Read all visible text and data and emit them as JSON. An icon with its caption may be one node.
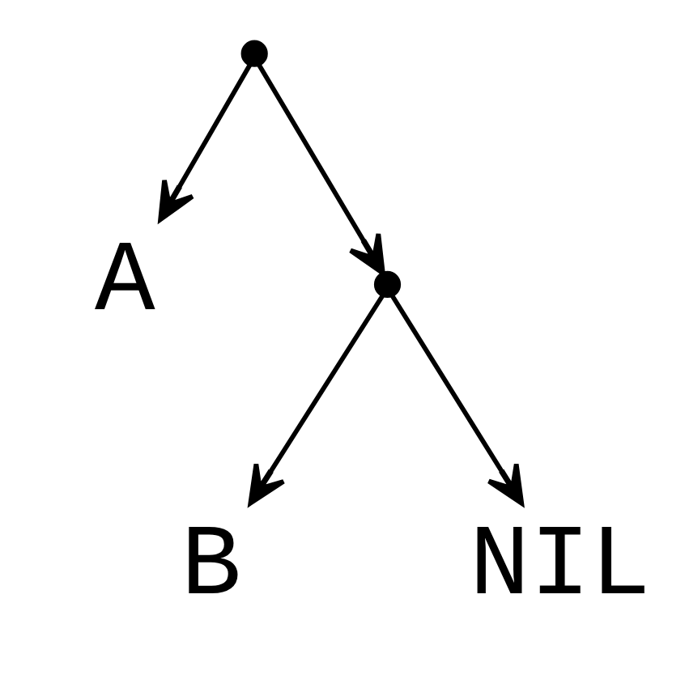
{
  "diagram": {
    "nodes": [
      {
        "text": [],
        "shape": "dot"
      },
      {
        "text": [
          "A"
        ]
      },
      {
        "text": [],
        "shape": "dot"
      },
      {
        "text": [
          "B"
        ]
      },
      {
        "text": [
          "NIL"
        ]
      }
    ],
    "edges": [
      {
        "from": 0,
        "to": 1,
        "arrow": "to"
      },
      {
        "from": 0,
        "to": 2,
        "arrow": "to"
      },
      {
        "from": 2,
        "to": 3,
        "arrow": "to"
      },
      {
        "from": 2,
        "to": 4,
        "arrow": "to"
      }
    ]
  }
}
